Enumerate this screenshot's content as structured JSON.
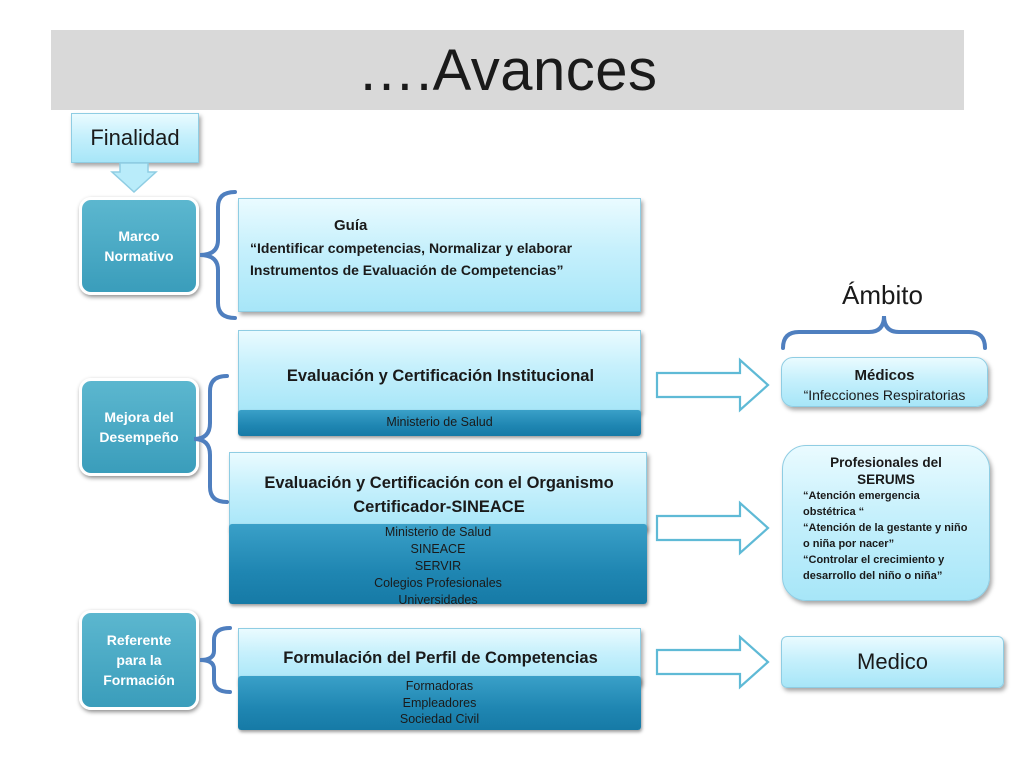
{
  "title": "….Avances",
  "finalidad_label": "Finalidad",
  "ambito_label": "Ámbito",
  "left_blocks": [
    {
      "label": "Marco Normativo"
    },
    {
      "label": "Mejora del Desempeño"
    },
    {
      "label": "Referente para la Formación"
    }
  ],
  "guia": {
    "title": "Guía",
    "text_line1": "“Identificar competencias, Normalizar y elaborar",
    "text_line2": "Instrumentos de Evaluación de Competencias”"
  },
  "eval_institucional": {
    "title": "Evaluación y Certificación Institucional",
    "sub": "Ministerio de Salud"
  },
  "eval_sineace": {
    "title_line1": "Evaluación y Certificación  con el Organismo",
    "title_line2": "Certificador-SINEACE",
    "sub": [
      "Ministerio de Salud",
      "SINEACE",
      "SERVIR",
      "Colegios Profesionales",
      "Universidades"
    ]
  },
  "perfil": {
    "title": "Formulación del Perfil de Competencias",
    "sub": [
      "Formadoras",
      "Empleadores",
      "Sociedad Civil"
    ]
  },
  "medicos": {
    "title": "Médicos",
    "sub": "“Infecciones Respiratorias"
  },
  "serums": {
    "title_line1": "Profesionales del",
    "title_line2": "SERUMS",
    "items": [
      "“Atención emergencia",
      "obstétrica “",
      "“Atención de la gestante y niño",
      "o niña por nacer”",
      "“Controlar el crecimiento y",
      "desarrollo del niño o niña”"
    ]
  },
  "medico": {
    "label": "Medico"
  }
}
